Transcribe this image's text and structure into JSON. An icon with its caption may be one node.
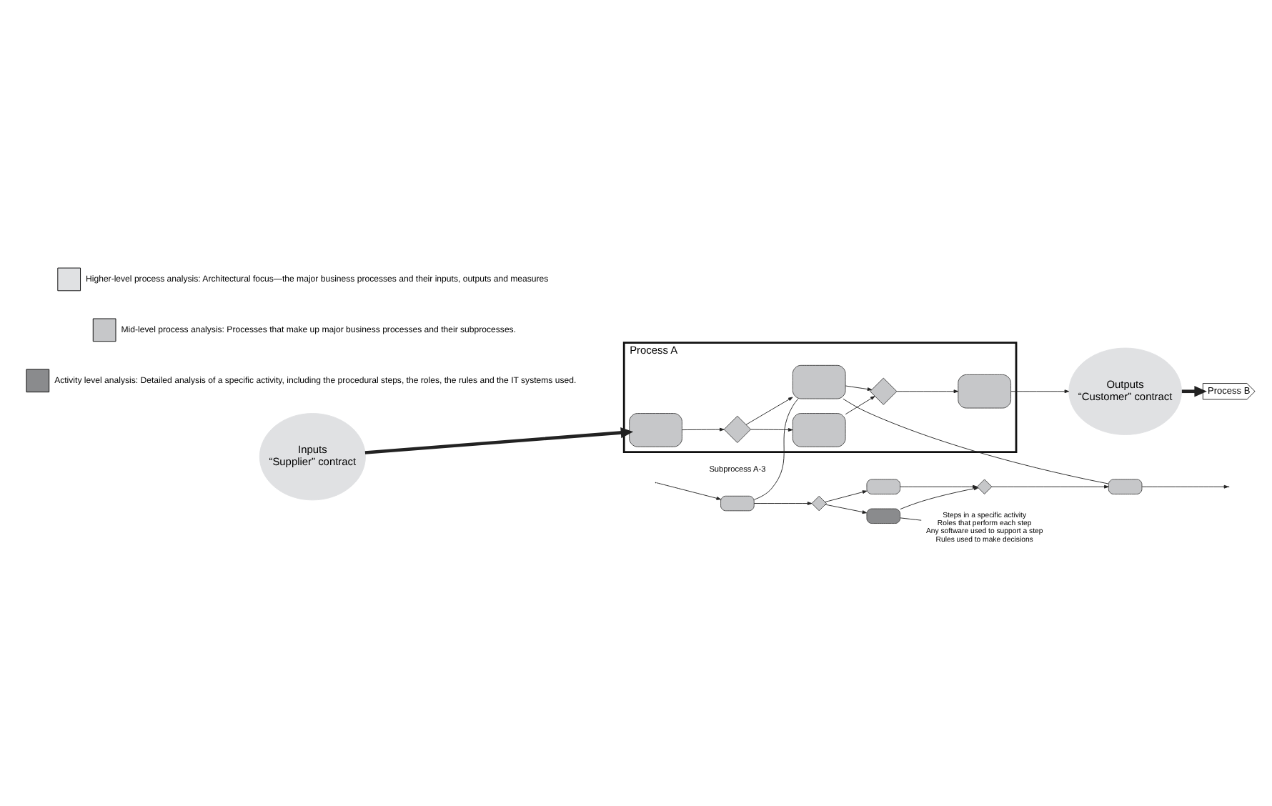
{
  "diagram": {
    "nodes": [
      {
        "text": [
          "Inputs",
          "“Supplier” contract"
        ]
      },
      {
        "text": [
          "Process A"
        ]
      },
      {
        "text": [],
        "shape": "box",
        "in": 1
      },
      {
        "text": [],
        "shape": "diamond",
        "in": 1
      },
      {
        "text": [],
        "shape": "box",
        "in": 1
      },
      {
        "text": [],
        "shape": "box",
        "in": 1
      },
      {
        "text": [],
        "shape": "diamond",
        "in": 1
      },
      {
        "text": [],
        "shape": "box",
        "in": 1
      },
      {
        "text": [
          "Outputs",
          "“Customer” contract"
        ]
      },
      {
        "text": [
          "Process B"
        ]
      },
      {
        "text": [],
        "shape": "box"
      },
      {
        "text": [],
        "shape": "diamond"
      },
      {
        "text": [],
        "shape": "box"
      },
      {
        "text": [],
        "shape": "box"
      },
      {
        "text": [],
        "shape": "diamond"
      },
      {
        "text": [],
        "shape": "box"
      },
      {
        "text": [
          "Steps in a specific activity",
          "Roles that perform each step",
          "Any software used to support a step",
          "Rules used to make decisions"
        ]
      }
    ],
    "edges": [
      {
        "from": 0,
        "to": 2,
        "arrow": "to",
        "style": "thick"
      },
      {
        "from": 2,
        "to": 3,
        "arrow": "to"
      },
      {
        "from": 3,
        "to": 4,
        "arrow": "to"
      },
      {
        "from": 3,
        "to": 5,
        "arrow": "to"
      },
      {
        "from": 4,
        "to": 6,
        "arrow": "to"
      },
      {
        "from": 5,
        "to": 6,
        "arrow": "to"
      },
      {
        "from": 6,
        "to": 7,
        "arrow": "to"
      },
      {
        "from": 7,
        "to": 8,
        "arrow": "to"
      },
      {
        "from": 8,
        "to": 9,
        "arrow": "to",
        "style": "thick"
      },
      {
        "from": 5,
        "to": 10,
        "arrow": "none"
      },
      {
        "from": 5,
        "to": 15,
        "arrow": "none"
      },
      {
        "from": null,
        "to": 10,
        "arrow": "to"
      },
      {
        "from": 10,
        "to": 11,
        "arrow": "to"
      },
      {
        "from": 11,
        "to": 12,
        "arrow": "to"
      },
      {
        "from": 11,
        "to": 13,
        "arrow": "to"
      },
      {
        "from": 12,
        "to": 14,
        "arrow": "to"
      },
      {
        "from": 13,
        "to": 14,
        "arrow": "to"
      },
      {
        "from": 14,
        "to": 15,
        "arrow": "to"
      },
      {
        "from": 15,
        "to": null,
        "arrow": "to"
      },
      {
        "from": 13,
        "to": 16,
        "arrow": "none"
      }
    ],
    "labels": [
      "Subprocess A-3"
    ],
    "legend": [
      {
        "text": "Higher-level process analysis: Architectural focus—the major business processes and their inputs, outputs and measures",
        "color": "#e0e1e3"
      },
      {
        "text": "Mid-level process analysis: Processes that make up major business processes and their subprocesses.",
        "color": "#c6c7c9"
      },
      {
        "text": "Activity level analysis: Detailed analysis of a specific activity, including the procedural steps, the roles, the rules and the IT systems used.",
        "color": "#8a8b8d"
      }
    ]
  }
}
